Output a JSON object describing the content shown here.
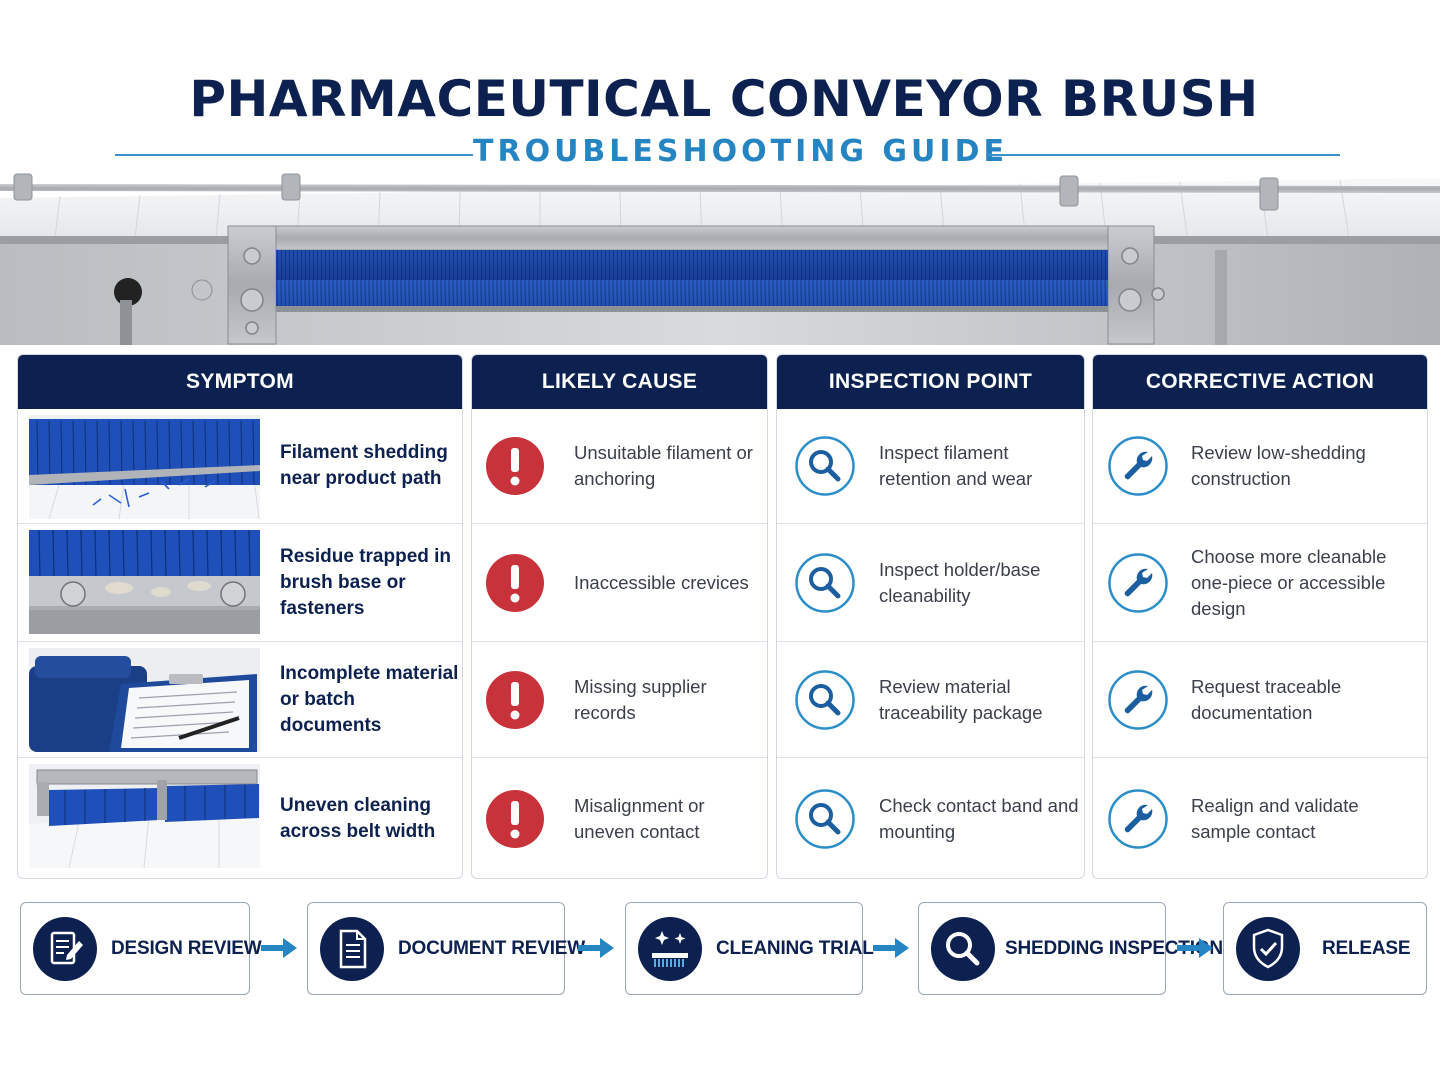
{
  "header": {
    "title": "PHARMACEUTICAL CONVEYOR BRUSH",
    "subtitle": "TROUBLESHOOTING GUIDE"
  },
  "colors": {
    "navy": "#0d2150",
    "accent_blue": "#2585c2",
    "brush_blue": "#1f4fb8",
    "alert_red": "#c8323a",
    "icon_blue": "#2b8ec8"
  },
  "table": {
    "columns": {
      "symptom": "SYMPTOM",
      "cause": "LIKELY CAUSE",
      "inspection": "INSPECTION POINT",
      "action": "CORRECTIVE ACTION"
    },
    "rows": [
      {
        "symptom": "Filament shedding near product path",
        "cause": "Unsuitable filament or anchoring",
        "inspection": "Inspect filament retention and wear",
        "action": "Review low-shedding construction"
      },
      {
        "symptom": "Residue trapped in brush base or fasteners",
        "cause": "Inaccessible crevices",
        "inspection": "Inspect holder/base cleanability",
        "action": "Choose more cleanable one-piece or accessible design"
      },
      {
        "symptom": "Incomplete material or batch documents",
        "cause": "Missing supplier records",
        "inspection": "Review material traceability package",
        "action": "Request traceable documentation"
      },
      {
        "symptom": "Uneven cleaning across belt width",
        "cause": "Misalignment or uneven contact",
        "inspection": "Check contact band and mounting",
        "action": "Realign and validate sample contact"
      }
    ],
    "icons": {
      "cause": "exclamation-icon",
      "inspection": "magnifier-icon",
      "action": "wrench-icon"
    }
  },
  "process": [
    {
      "label": "DESIGN REVIEW",
      "icon": "checklist-pencil-icon"
    },
    {
      "label": "DOCUMENT REVIEW",
      "icon": "document-icon"
    },
    {
      "label": "CLEANING TRIAL",
      "icon": "sparkle-brush-icon"
    },
    {
      "label": "SHEDDING INSPECTION",
      "icon": "magnifier-icon"
    },
    {
      "label": "RELEASE",
      "icon": "shield-check-icon"
    }
  ]
}
